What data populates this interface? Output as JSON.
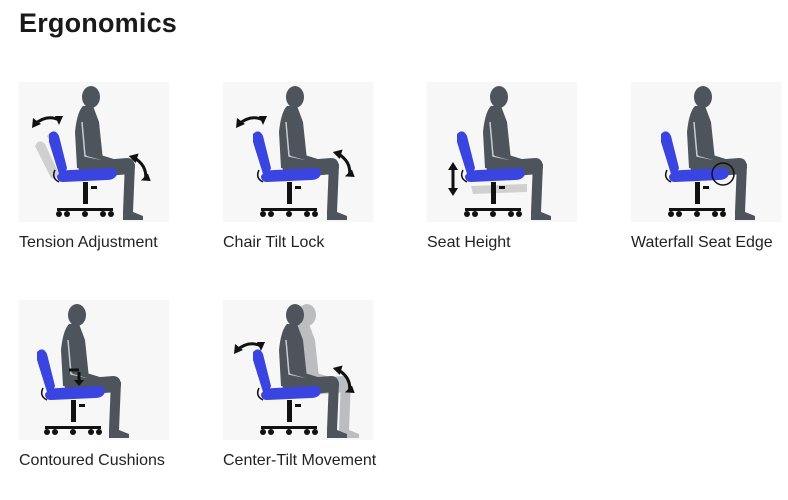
{
  "page": {
    "title": "Ergonomics"
  },
  "colors": {
    "seat_blue": "#3a44e0",
    "silhouette": "#4d545c",
    "ghost": "#c4c4c4",
    "arrow": "#111111"
  },
  "features": [
    {
      "label": "Tension Adjustment",
      "icon": "tension-adjustment-icon",
      "variant": "tension"
    },
    {
      "label": "Chair Tilt Lock",
      "icon": "chair-tilt-lock-icon",
      "variant": "tilt"
    },
    {
      "label": "Seat Height",
      "icon": "seat-height-icon",
      "variant": "height"
    },
    {
      "label": "Waterfall Seat Edge",
      "icon": "waterfall-seat-edge-icon",
      "variant": "waterfall"
    },
    {
      "label": "Contoured Cushions",
      "icon": "contoured-cushions-icon",
      "variant": "cushion"
    },
    {
      "label": "Center-Tilt Movement",
      "icon": "center-tilt-movement-icon",
      "variant": "center"
    }
  ]
}
